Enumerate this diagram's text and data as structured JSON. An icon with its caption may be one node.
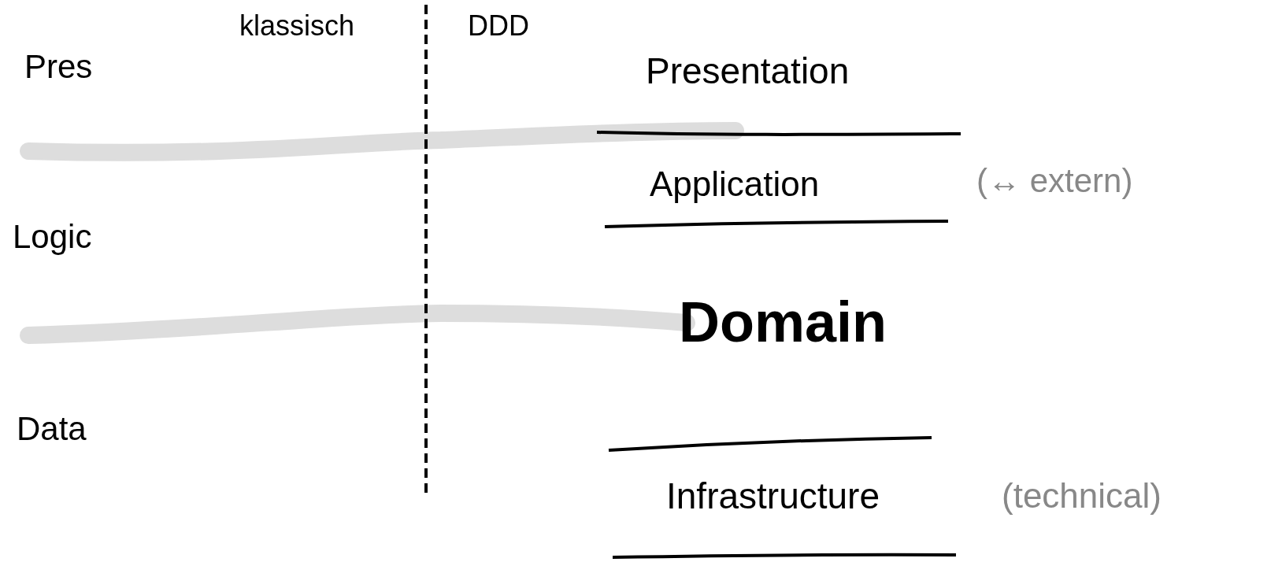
{
  "diagram": {
    "labels": [
      "klassisch",
      "DDD",
      "Pres",
      "Presentation",
      "Application",
      "(↔ extern)",
      "Logic",
      "Domain",
      "Data",
      "Infrastructure",
      "(technical)"
    ]
  }
}
